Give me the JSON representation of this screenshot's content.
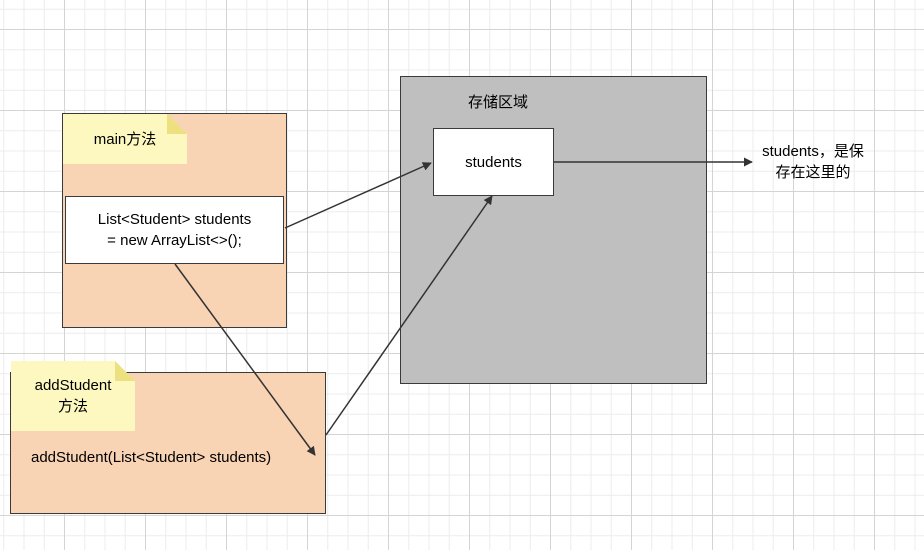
{
  "main_method": {
    "note_label": "main方法",
    "code_line1": "List<Student> students",
    "code_line2": "= new ArrayList<>();"
  },
  "add_student_method": {
    "note_line1": "addStudent",
    "note_line2": "方法",
    "call_text": "addStudent(List<Student> students)"
  },
  "storage_area": {
    "title": "存储区域",
    "object_label": "students"
  },
  "annotation": {
    "line1": "students，是保",
    "line2": "存在这里的"
  },
  "colors": {
    "method_frame": "#f8d3b4",
    "note": "#fdf8c0",
    "storage": "#bfbfbf",
    "stroke": "#3a3a3a"
  }
}
